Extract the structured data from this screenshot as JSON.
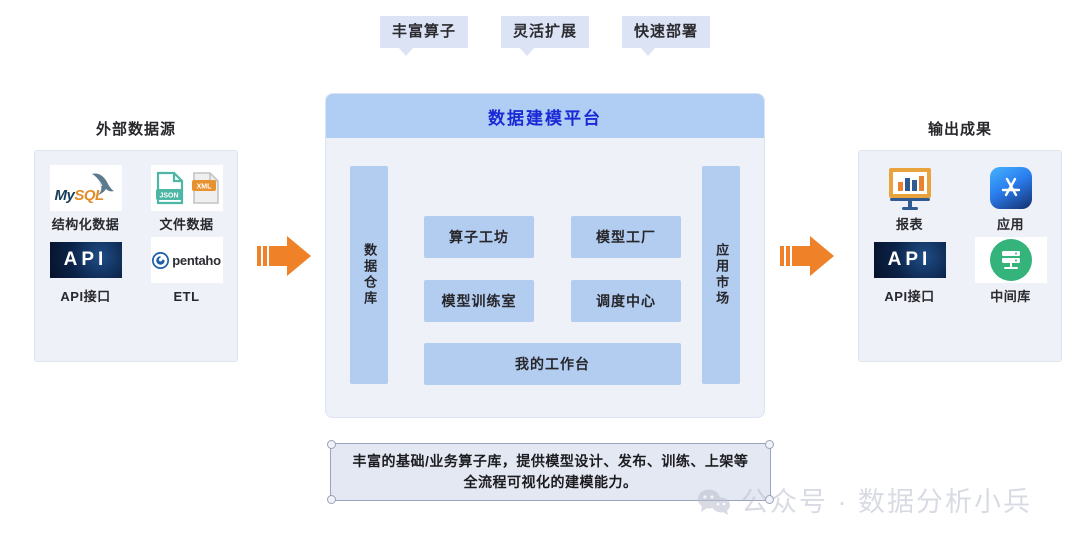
{
  "badges": [
    {
      "label": "丰富算子"
    },
    {
      "label": "灵活扩展"
    },
    {
      "label": "快速部署"
    }
  ],
  "left_section": {
    "caption": "外部数据源",
    "tiles": [
      {
        "label": "结构化数据",
        "icon": "mysql-icon",
        "brand_primary": "#18405c",
        "brand_secondary": "#e38b29",
        "brand_text_a": "My",
        "brand_text_b": "SQL"
      },
      {
        "label": "文件数据",
        "icon": "json-xml-file-icon",
        "brand_primary": "#4db6a4",
        "brand_secondary": "#e8912f",
        "badge_a": "JSON",
        "badge_b": "XML"
      },
      {
        "label": "API接口",
        "icon": "api-icon",
        "brand_text": "API"
      },
      {
        "label": "ETL",
        "icon": "pentaho-icon",
        "brand_text": "pentaho",
        "brand_primary": "#1c5fa8"
      }
    ]
  },
  "right_section": {
    "caption": "输出成果",
    "tiles": [
      {
        "label": "报表",
        "icon": "bar-chart-board-icon",
        "brand_primary": "#e8a33d",
        "brand_secondary": "#2f5b92"
      },
      {
        "label": "应用",
        "icon": "app-store-icon",
        "brand_primary": "#2b7ef0"
      },
      {
        "label": "API接口",
        "icon": "api-icon",
        "brand_text": "API"
      },
      {
        "label": "中间库",
        "icon": "database-icon",
        "brand_primary": "#34b37a"
      }
    ]
  },
  "arrows": {
    "left_arrow_name": "flow-arrow-right",
    "right_arrow_name": "flow-arrow-right",
    "color": "#ef8129"
  },
  "platform": {
    "title": "数据建模平台",
    "title_color": "#1a29d6",
    "header_bg": "#b0cdf3",
    "body_bg": "#eef1f8",
    "rail_left": "数据仓库",
    "rail_right": "应用市场",
    "modules": [
      {
        "label": "算子工坊"
      },
      {
        "label": "模型工厂"
      },
      {
        "label": "模型训练室"
      },
      {
        "label": "调度中心"
      },
      {
        "label": "我的工作台"
      }
    ]
  },
  "caption_box": {
    "text": "丰富的基础/业务算子库，提供模型设计、发布、训练、上架等全流程可视化的建模能力。"
  },
  "watermark": {
    "text": "公众号 · 数据分析小兵",
    "icon": "wechat-icon"
  }
}
